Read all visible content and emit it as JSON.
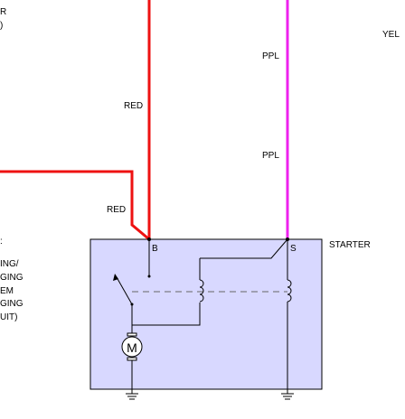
{
  "diagram": {
    "wire_labels": {
      "red_upper": "RED",
      "red_lower": "RED",
      "ppl_upper": "PPL",
      "ppl_lower": "PPL",
      "yel": "YEL"
    },
    "component": {
      "name": "STARTER",
      "terminal_b": "B",
      "terminal_s": "S",
      "motor_symbol": "M"
    },
    "cropped_left_text": {
      "top_line_1": "R",
      "top_line_2": ")",
      "mid_line_1": ":",
      "mid_line_2": "ING/",
      "mid_line_3": "GING",
      "mid_line_4": "EM",
      "mid_line_5": "GING",
      "mid_line_6": "UIT)"
    },
    "colors": {
      "red_wire": "#ee1111",
      "ppl_wire": "#ee22ee",
      "starter_fill": "#d8d8ff",
      "line": "#000000"
    }
  }
}
